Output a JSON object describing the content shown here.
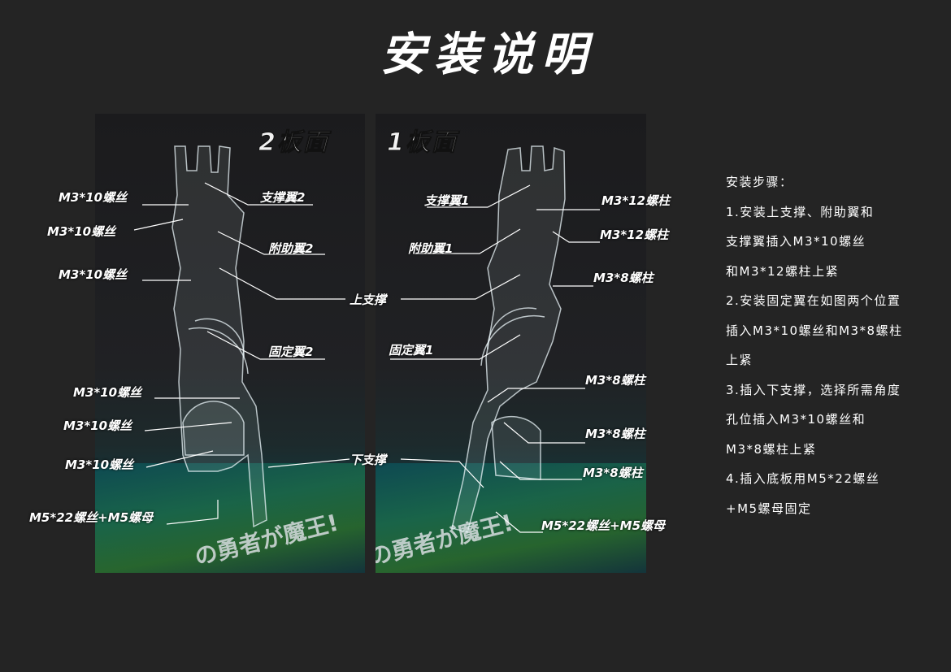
{
  "title": "安装说明",
  "panels": {
    "left_heading": "2板面",
    "right_heading": "1板面",
    "left_base_text": "の勇者が魔王!",
    "right_base_text": "の勇者が魔王!"
  },
  "left_labels": {
    "m3x10_1": "M3*10螺丝",
    "wing2": "支撑翼2",
    "m3x10_2": "M3*10螺丝",
    "aux2": "附助翼2",
    "m3x10_3": "M3*10螺丝",
    "fixed2": "固定翼2",
    "m3x10_4": "M3*10螺丝",
    "m3x10_5": "M3*10螺丝",
    "m3x10_6": "M3*10螺丝",
    "m5": "M5*22螺丝+M5螺母"
  },
  "center_labels": {
    "upper": "上支撑",
    "lower": "下支撑"
  },
  "right_labels": {
    "wing1": "支撑翼1",
    "m3x12_1": "M3*12螺柱",
    "aux1": "附助翼1",
    "m3x12_2": "M3*12螺柱",
    "m3x8_1": "M3*8螺柱",
    "fixed1": "固定翼1",
    "m3x8_2": "M3*8螺柱",
    "m3x8_3": "M3*8螺柱",
    "m3x8_4": "M3*8螺柱",
    "m5": "M5*22螺丝+M5螺母"
  },
  "steps": [
    "安装步骤：",
    "1.安装上支撑、附助翼和",
    "支撑翼插入M3*10螺丝",
    "和M3*12螺柱上紧",
    "2.安装固定翼在如图两个位置",
    "插入M3*10螺丝和M3*8螺柱",
    "上紧",
    "3.插入下支撑，选择所需角度",
    "孔位插入M3*10螺丝和",
    "M3*8螺柱上紧",
    "4.插入底板用M5*22螺丝",
    "+M5螺母固定"
  ]
}
